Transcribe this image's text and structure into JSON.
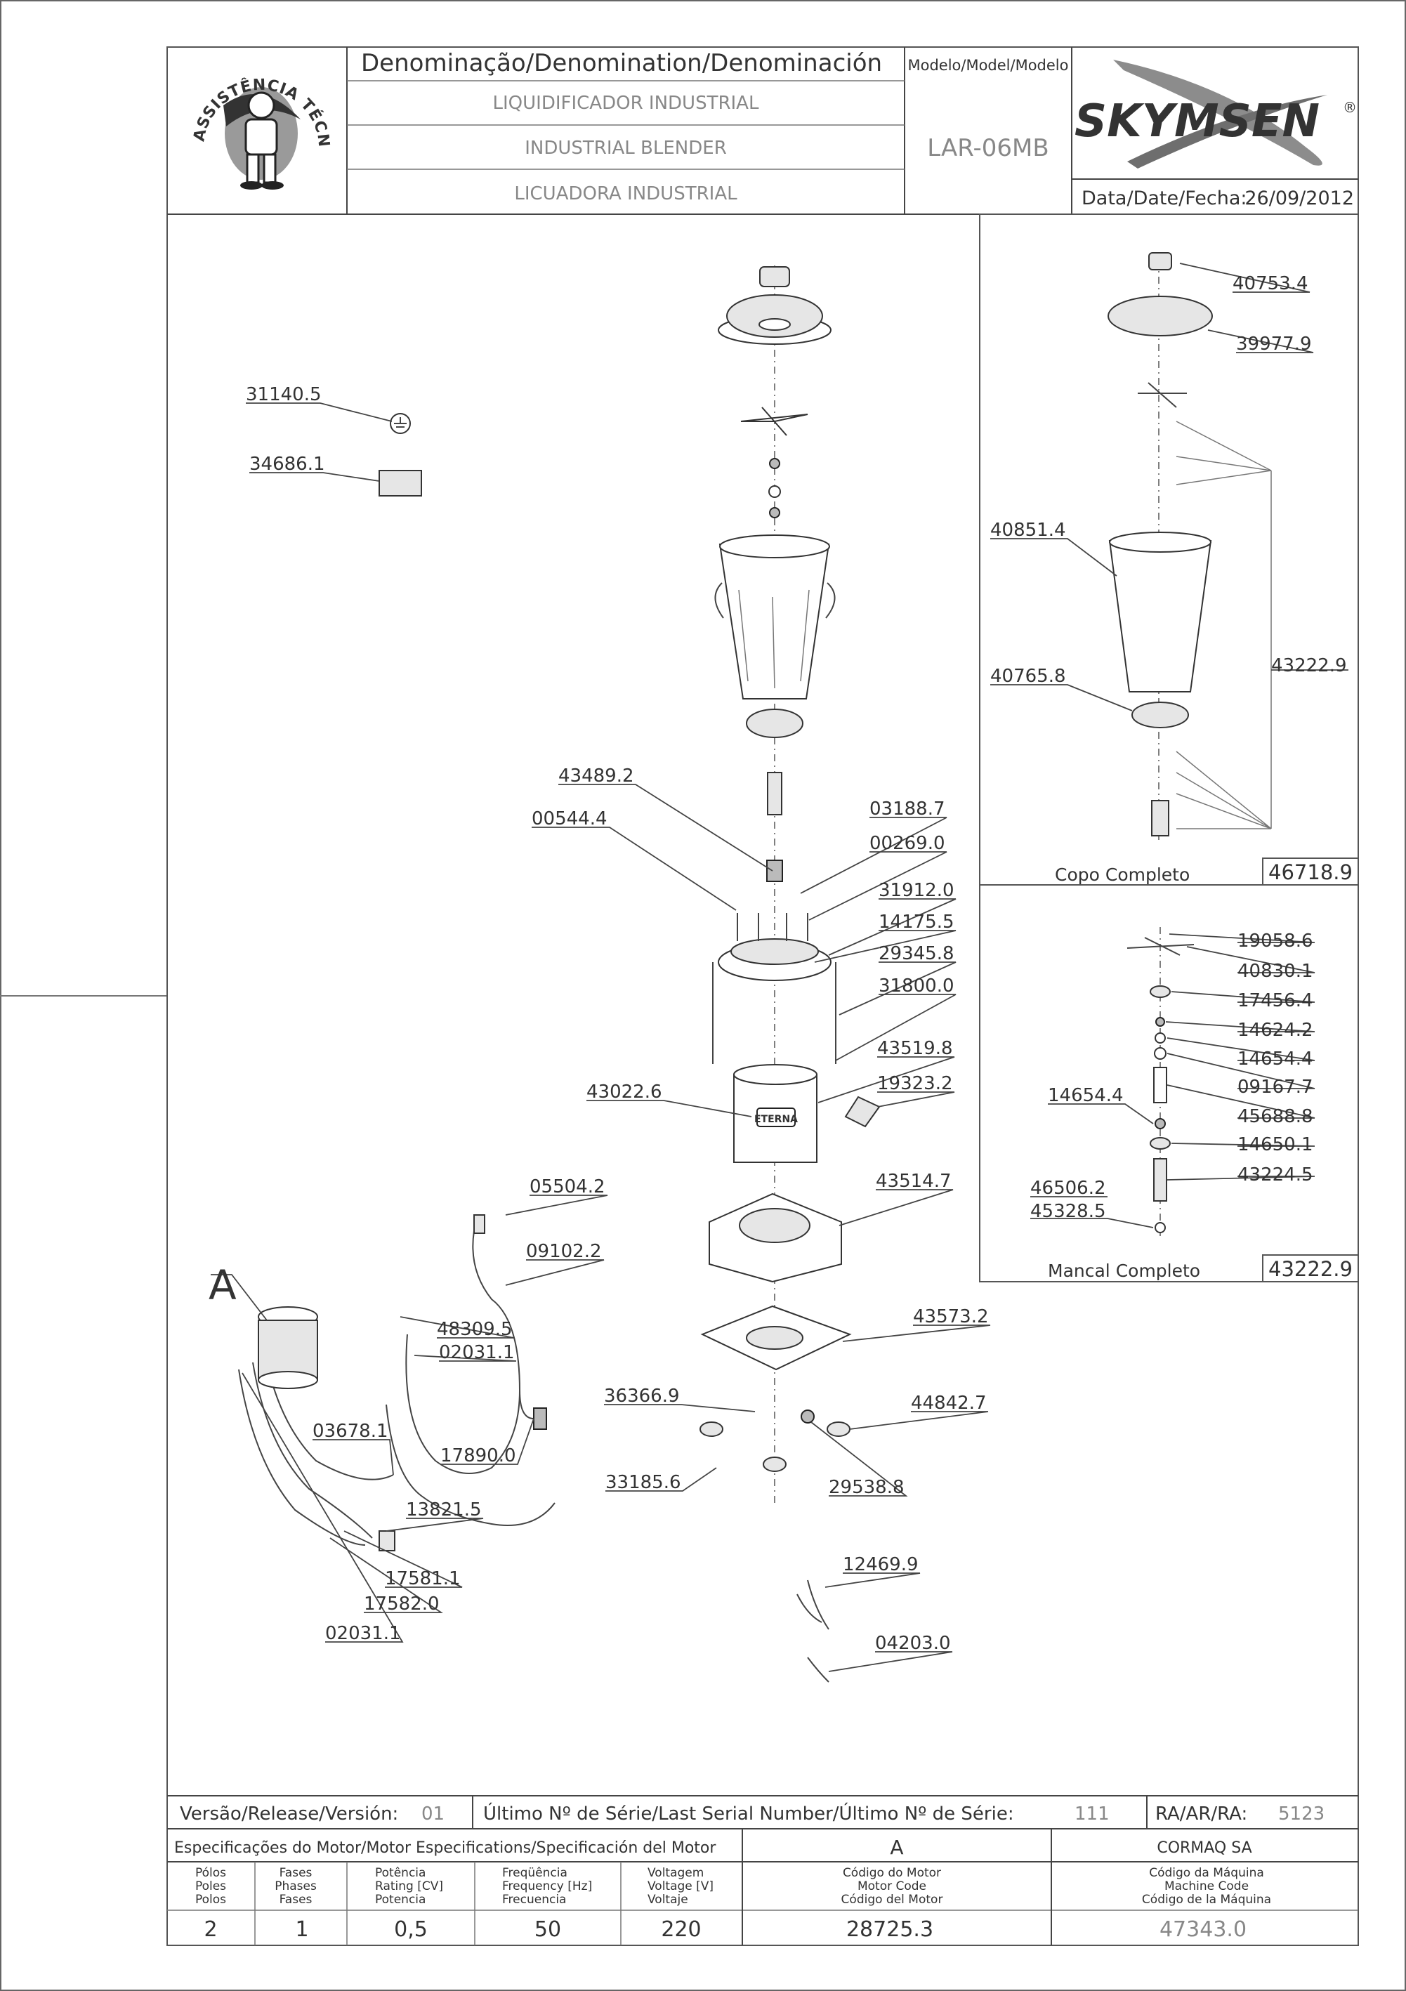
{
  "header": {
    "logo_left_text": "ASSISTÊNCIA TÉCNICA AUTORIZADA",
    "denomination_title": "Denominação/Denomination/Denominación",
    "names": [
      "LIQUIDIFICADOR INDUSTRIAL",
      "INDUSTRIAL BLENDER",
      "LICUADORA INDUSTRIAL"
    ],
    "model_title": "Modelo/Model/Modelo",
    "model": "LAR-06MB",
    "brand": "SKYMSEN",
    "brand_mark": "®",
    "date_label": "Data/Date/Fecha:",
    "date": "26/09/2012"
  },
  "parts": [
    {
      "id": "p1",
      "code": "31140.5"
    },
    {
      "id": "p2",
      "code": "34686.1"
    },
    {
      "id": "p3",
      "code": "43489.2"
    },
    {
      "id": "p4",
      "code": "00544.4"
    },
    {
      "id": "p5",
      "code": "03188.7"
    },
    {
      "id": "p6",
      "code": "00269.0"
    },
    {
      "id": "p7",
      "code": "31912.0"
    },
    {
      "id": "p8",
      "code": "14175.5"
    },
    {
      "id": "p9",
      "code": "29345.8"
    },
    {
      "id": "p10",
      "code": "31800.0"
    },
    {
      "id": "p11",
      "code": "43519.8"
    },
    {
      "id": "p12",
      "code": "19323.2"
    },
    {
      "id": "p13",
      "code": "43022.6"
    },
    {
      "id": "p14",
      "code": "43514.7"
    },
    {
      "id": "p15",
      "code": "05504.2"
    },
    {
      "id": "p16",
      "code": "09102.2"
    },
    {
      "id": "p17",
      "code": "48309.5"
    },
    {
      "id": "p18",
      "code": "02031.1"
    },
    {
      "id": "p19",
      "code": "03678.1"
    },
    {
      "id": "p20",
      "code": "17890.0"
    },
    {
      "id": "p21",
      "code": "13821.5"
    },
    {
      "id": "p22",
      "code": "17581.1"
    },
    {
      "id": "p23",
      "code": "17582.0"
    },
    {
      "id": "p24",
      "code": "02031.1"
    },
    {
      "id": "p25",
      "code": "43573.2"
    },
    {
      "id": "p26",
      "code": "36366.9"
    },
    {
      "id": "p27",
      "code": "44842.7"
    },
    {
      "id": "p28",
      "code": "33185.6"
    },
    {
      "id": "p29",
      "code": "29538.8"
    },
    {
      "id": "p30",
      "code": "12469.9"
    },
    {
      "id": "p31",
      "code": "04203.0"
    },
    {
      "id": "p32",
      "code": "40753.4"
    },
    {
      "id": "p33",
      "code": "39977.9"
    },
    {
      "id": "p34",
      "code": "40851.4"
    },
    {
      "id": "p35",
      "code": "40765.8"
    },
    {
      "id": "p36",
      "code": "43222.9"
    },
    {
      "id": "p37",
      "code": "19058.6"
    },
    {
      "id": "p38",
      "code": "40830.1"
    },
    {
      "id": "p39",
      "code": "17456.4"
    },
    {
      "id": "p40",
      "code": "14624.2"
    },
    {
      "id": "p41",
      "code": "14654.4"
    },
    {
      "id": "p42",
      "code": "09167.7"
    },
    {
      "id": "p43",
      "code": "14654.4"
    },
    {
      "id": "p44",
      "code": "45688.8"
    },
    {
      "id": "p45",
      "code": "14650.1"
    },
    {
      "id": "p46",
      "code": "43224.5"
    },
    {
      "id": "p47",
      "code": "46506.2"
    },
    {
      "id": "p48",
      "code": "45328.5"
    }
  ],
  "letter_marker": "A",
  "eterna_label": "ETERNA",
  "assemblies": {
    "copo": {
      "name": "Copo Completo",
      "code": "46718.9"
    },
    "mancal": {
      "name": "Mancal Completo",
      "code": "43222.9"
    }
  },
  "footer": {
    "release_label": "Versão/Release/Versión:",
    "release": "01",
    "serial_label": "Último Nº de Série/Last Serial Number/Último Nº de Série:",
    "serial": "111",
    "ra_label": "RA/AR/RA:",
    "ra": "5123",
    "motor_spec_title": "Especificações do Motor/Motor Especifications/Specificación del Motor",
    "motor_letter": "A",
    "manufacturer": "CORMAQ SA",
    "columns": [
      {
        "label": [
          "Pólos",
          "Poles",
          "Polos"
        ],
        "value": "2"
      },
      {
        "label": [
          "Fases",
          "Phases",
          "Fases"
        ],
        "value": "1"
      },
      {
        "label": [
          "Potência",
          "Rating [CV]",
          "Potencia"
        ],
        "value": "0,5"
      },
      {
        "label": [
          "Freqüência",
          "Frequency [Hz]",
          "Frecuencia"
        ],
        "value": "50"
      },
      {
        "label": [
          "Voltagem",
          "Voltage [V]",
          "Voltaje"
        ],
        "value": "220"
      },
      {
        "label": [
          "Código do Motor",
          "Motor Code",
          "Código del Motor"
        ],
        "value": "28725.3"
      },
      {
        "label": [
          "Código da Máquina",
          "Machine Code",
          "Código de la Máquina"
        ],
        "value": "47343.0"
      }
    ]
  }
}
